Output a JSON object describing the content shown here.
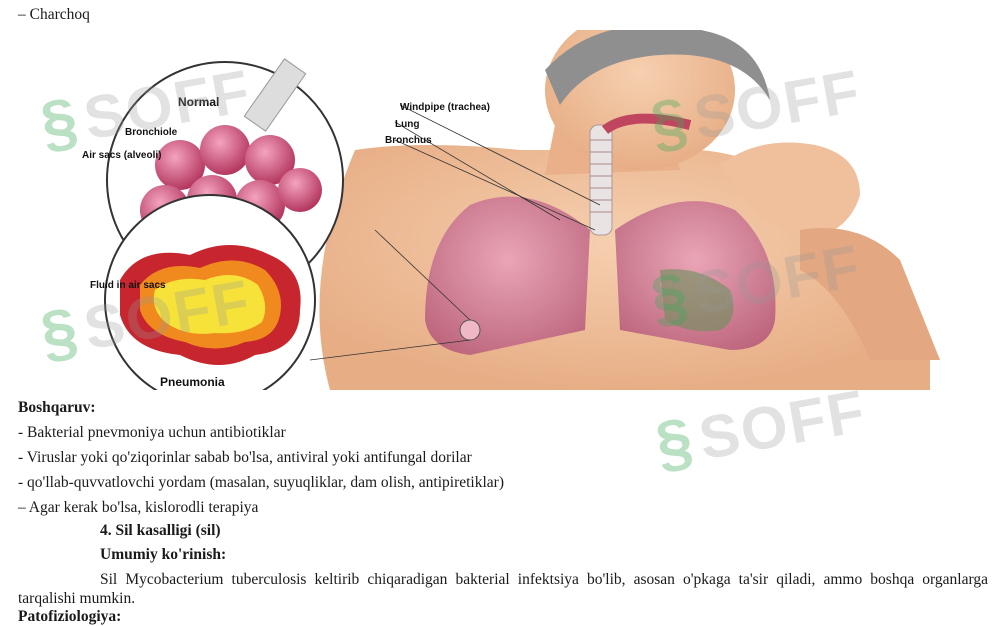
{
  "top_line": "– Charchoq",
  "figure": {
    "labels": {
      "normal": "Normal",
      "bronchiole": "Bronchiole",
      "air_sacs": "Air sacs (alveoli)",
      "windpipe": "Windpipe (trachea)",
      "lung": "Lung",
      "bronchus": "Bronchus",
      "fluid": "Fluid in air sacs",
      "pneumonia": "Pneumonia"
    },
    "watermark": "SOFF"
  },
  "sections": {
    "boshqaruv_heading": "Boshqaruv:",
    "items": [
      "- Bakterial pnevmoniya uchun antibiotiklar",
      "- Viruslar yoki qo'ziqorinlar sabab bo'lsa, antiviral yoki antifungal dorilar",
      "- qo'llab-quvvatlovchi yordam (masalan, suyuqliklar, dam olish, antipiretiklar)",
      "– Agar kerak bo'lsa, kislorodli terapiya"
    ],
    "sil_heading": "4. Sil kasalligi (sil)",
    "umumiy_heading": "Umumiy ko'rinish:",
    "paragraph": "Sil Mycobacterium tuberculosis keltirib chiqaradigan bakterial infektsiya bo'lib, asosan o'pkaga ta'sir qiladi, ammo boshqa organlarga tarqalishi mumkin.",
    "patofiz_heading": "Patofiziologiya:"
  }
}
